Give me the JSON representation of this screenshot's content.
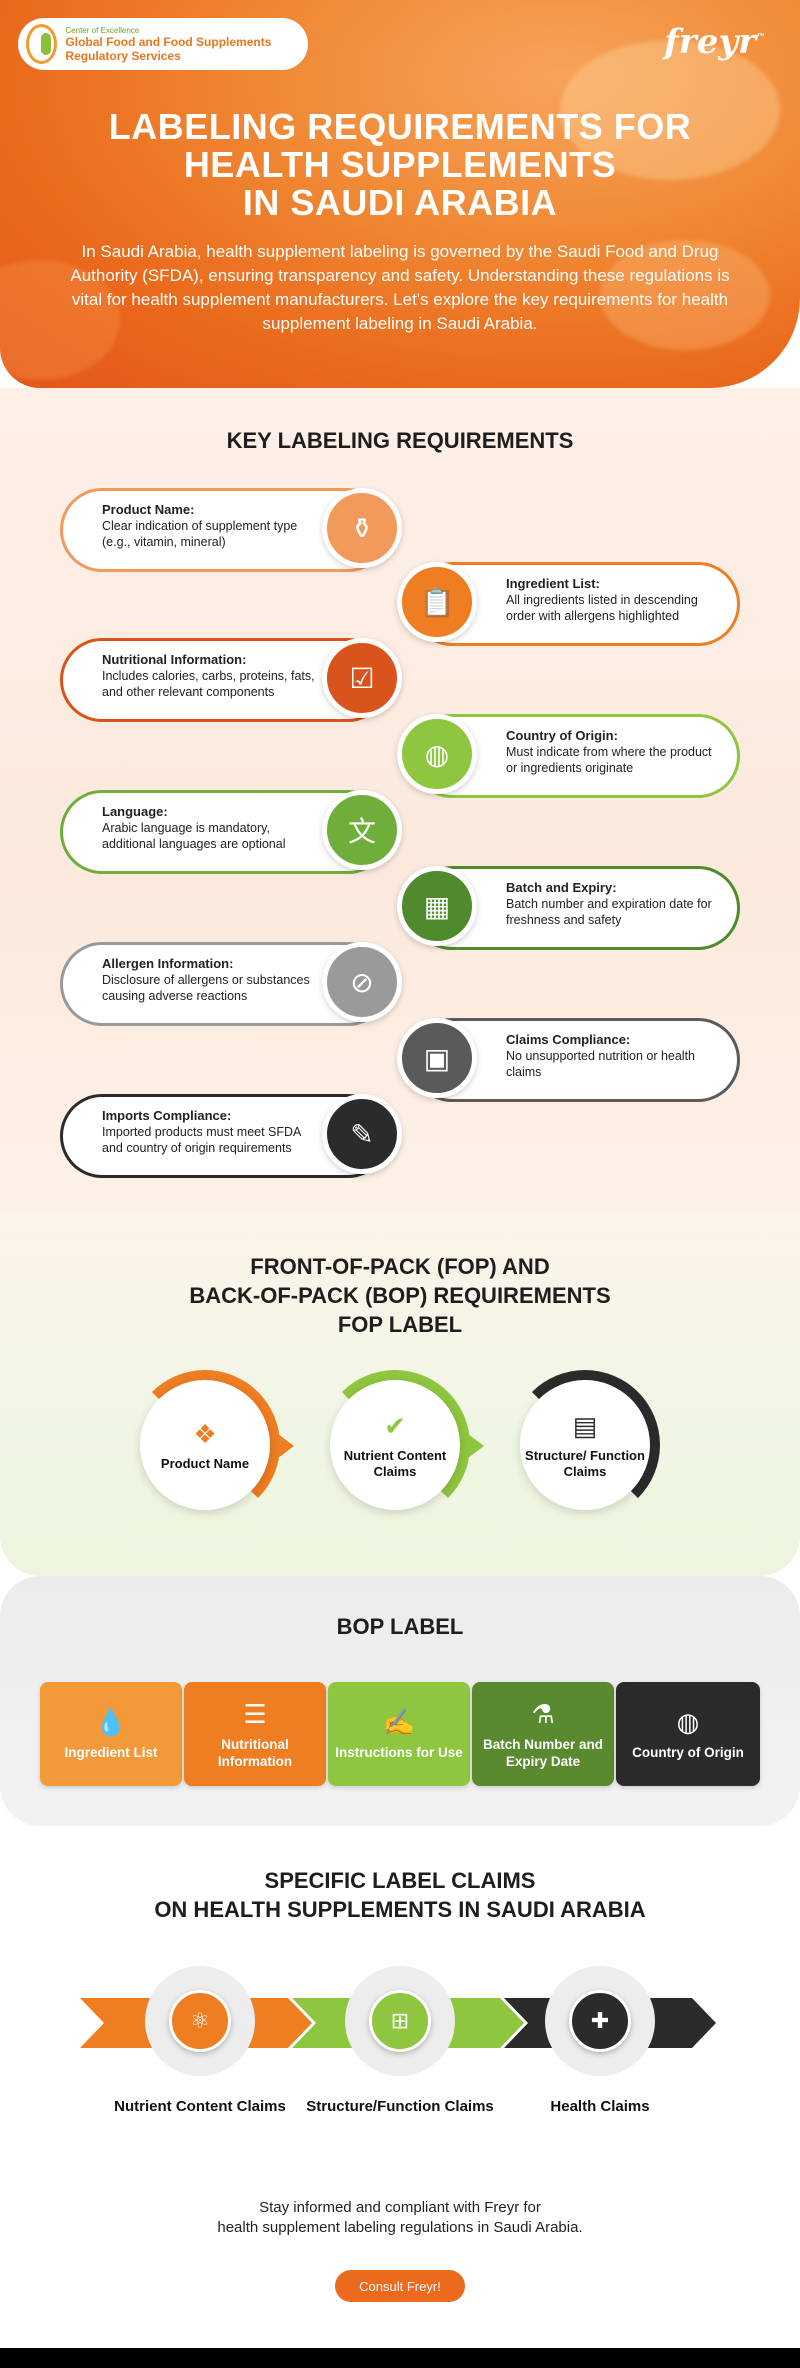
{
  "header": {
    "badge_small": "Center of Excellence",
    "badge_title": "Global Food and Food Supplements Regulatory Services",
    "brand": "freyr",
    "brand_mark": "™",
    "title_lines": [
      "LABELING REQUIREMENTS FOR",
      "HEALTH SUPPLEMENTS",
      "IN SAUDI ARABIA"
    ],
    "intro": "In Saudi Arabia, health supplement labeling is governed by the Saudi Food and Drug Authority (SFDA), ensuring transparency and safety. Understanding these regulations is vital for health supplement manufacturers. Let's explore the key requirements for health supplement labeling in Saudi Arabia."
  },
  "key_requirements": {
    "title": "KEY LABELING REQUIREMENTS",
    "items": [
      {
        "title": "Product Name:",
        "text": "Clear indication of supplement type (e.g., vitamin, mineral)",
        "color": "#f29a5c",
        "icon": "bottle-icon"
      },
      {
        "title": "Ingredient List:",
        "text": "All ingredients listed in descending order with allergens highlighted",
        "color": "#ef7d22",
        "icon": "clipboard-warning-icon"
      },
      {
        "title": "Nutritional Information:",
        "text": "Includes calories, carbs, proteins, fats, and other relevant components",
        "color": "#d9531c",
        "icon": "checklist-icon"
      },
      {
        "title": "Country of Origin:",
        "text": "Must indicate from where the product or ingredients originate",
        "color": "#8ec63f",
        "icon": "globe-icon"
      },
      {
        "title": "Language:",
        "text": "Arabic language is mandatory, additional languages are optional",
        "color": "#6fae3a",
        "icon": "translate-icon"
      },
      {
        "title": "Batch and Expiry:",
        "text": "Batch number and expiration date for freshness and safety",
        "color": "#4f8a2c",
        "icon": "calendar-warning-icon"
      },
      {
        "title": "Allergen Information:",
        "text": "Disclosure of allergens or substances causing adverse reactions",
        "color": "#9a9a9a",
        "icon": "no-allergen-icon"
      },
      {
        "title": "Claims Compliance:",
        "text": "No unsupported nutrition or health claims",
        "color": "#5a5a5a",
        "icon": "package-icon"
      },
      {
        "title": "Imports Compliance:",
        "text": "Imported products must meet SFDA and country of origin requirements",
        "color": "#2b2b2b",
        "icon": "document-stamp-icon"
      }
    ]
  },
  "fop": {
    "title_lines": [
      "FRONT-OF-PACK (FOP) AND",
      "BACK-OF-PACK (BOP) REQUIREMENTS",
      "FOP LABEL"
    ],
    "items": [
      {
        "label": "Product Name",
        "color": "#ef7d22",
        "icon": "box-icon"
      },
      {
        "label": "Nutrient Content Claims",
        "color": "#8ec63f",
        "icon": "apple-check-icon"
      },
      {
        "label": "Structure/ Function Claims",
        "color": "#2b2b2b",
        "icon": "document-gear-icon"
      }
    ]
  },
  "bop": {
    "title": "BOP LABEL",
    "items": [
      {
        "label": "Ingredient List",
        "color": "#f29a3a",
        "icon": "drops-icon"
      },
      {
        "label": "Nutritional Information",
        "color": "#ef7d22",
        "icon": "paper-list-icon"
      },
      {
        "label": "Instructions for Use",
        "color": "#8ec63f",
        "icon": "instructions-icon"
      },
      {
        "label": "Batch Number and Expiry Date",
        "color": "#5a8a2f",
        "icon": "bottle-label-icon"
      },
      {
        "label": "Country of Origin",
        "color": "#2b2b2b",
        "icon": "globe-icon"
      }
    ]
  },
  "claims": {
    "title_lines": [
      "SPECIFIC LABEL CLAIMS",
      "ON HEALTH SUPPLEMENTS IN SAUDI ARABIA"
    ],
    "items": [
      {
        "label": "Nutrient Content Claims",
        "color": "#ef7d22",
        "icon": "molecule-icon"
      },
      {
        "label": "Structure/Function Claims",
        "color": "#8ec63f",
        "icon": "hierarchy-icon"
      },
      {
        "label": "Health Claims",
        "color": "#2b2b2b",
        "icon": "medical-doc-icon"
      }
    ]
  },
  "footer": {
    "line1": "Stay informed and compliant with Freyr for",
    "line2": "health supplement labeling regulations in Saudi Arabia.",
    "cta": "Consult Freyr!"
  }
}
